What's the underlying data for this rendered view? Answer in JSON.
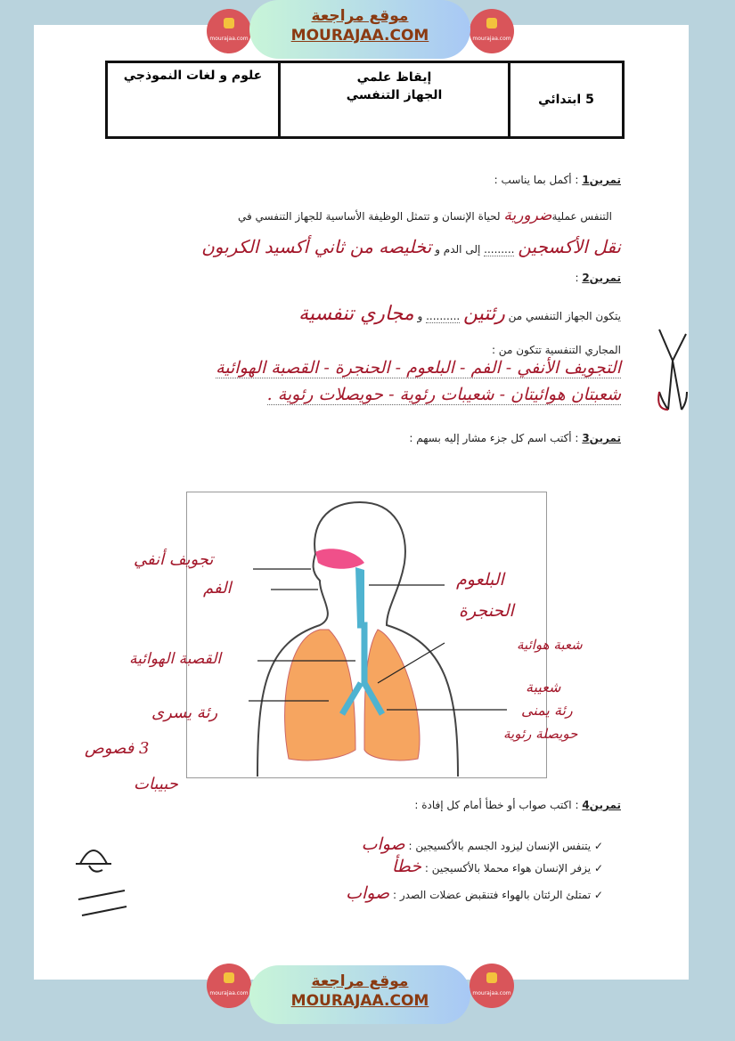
{
  "banner": {
    "ar": "موقع مراجعة",
    "en": "MOURAJAA.COM",
    "logo_text": "mourajaa.com"
  },
  "header": {
    "school": "علوم و لغات النموذجي",
    "title1": "إيقاظ علمي",
    "title2": "الجهاز التنفسي",
    "level": "5 ابتدائي"
  },
  "ex1": {
    "label": "تمرين1",
    "instruction": ": أكمل بما يناسب :",
    "line1": "التنفس عملية",
    "ans1": "ضرورية",
    "line1b": "لحياة الإنسان و تتمثل الوظيفة الأساسية للجهاز التنفسي في",
    "ans2": "نقل الأكسجين",
    "line2": "إلى الدم و",
    "ans3": "تخليصه من ثاني أكسيد الكربون"
  },
  "ex2": {
    "label": "تمرين2",
    "line1": "يتكون الجهاز التنفسي من",
    "ans1": "رئتين",
    "and": "و",
    "ans2": "مجاري تنفسية",
    "line2": "المجاري التنفسية تتكون من :",
    "ans3": "التجويف الأنفي - الفم - البلعوم - الحنجرة - القصبة الهوائية",
    "ans4": "شعبتان هوائيتان - شعيبات رئوية - حويصلات رئوية ."
  },
  "ex3": {
    "label": "تمرين3",
    "instruction": ": أكتب اسم كل جزء مشار إليه بسهم :",
    "labels_left": [
      "تجويف أنفي",
      "الفم",
      "القصبة الهوائية",
      "رئة يسرى",
      "3 فصوص",
      "حبيبات"
    ],
    "labels_right": [
      "البلعوم",
      "الحنجرة",
      "شعبة هوائية",
      "شعيبة",
      "رئة يمنى",
      "حويصلة رئوية"
    ]
  },
  "ex4": {
    "label": "تمرين4",
    "instruction": ": اكتب صواب أو خطأ أمام كل إفادة :",
    "items": [
      {
        "text": "✓ يتنفس الإنسان ليزود الجسم بالأكسيجين :",
        "ans": "صواب"
      },
      {
        "text": "✓ يزفر الإنسان هواء محملا بالأكسيجين :",
        "ans": "خطأ"
      },
      {
        "text": "✓ تمتلئ الرئتان بالهواء فتنقبض عضلات الصدر :",
        "ans": "صواب"
      }
    ]
  }
}
